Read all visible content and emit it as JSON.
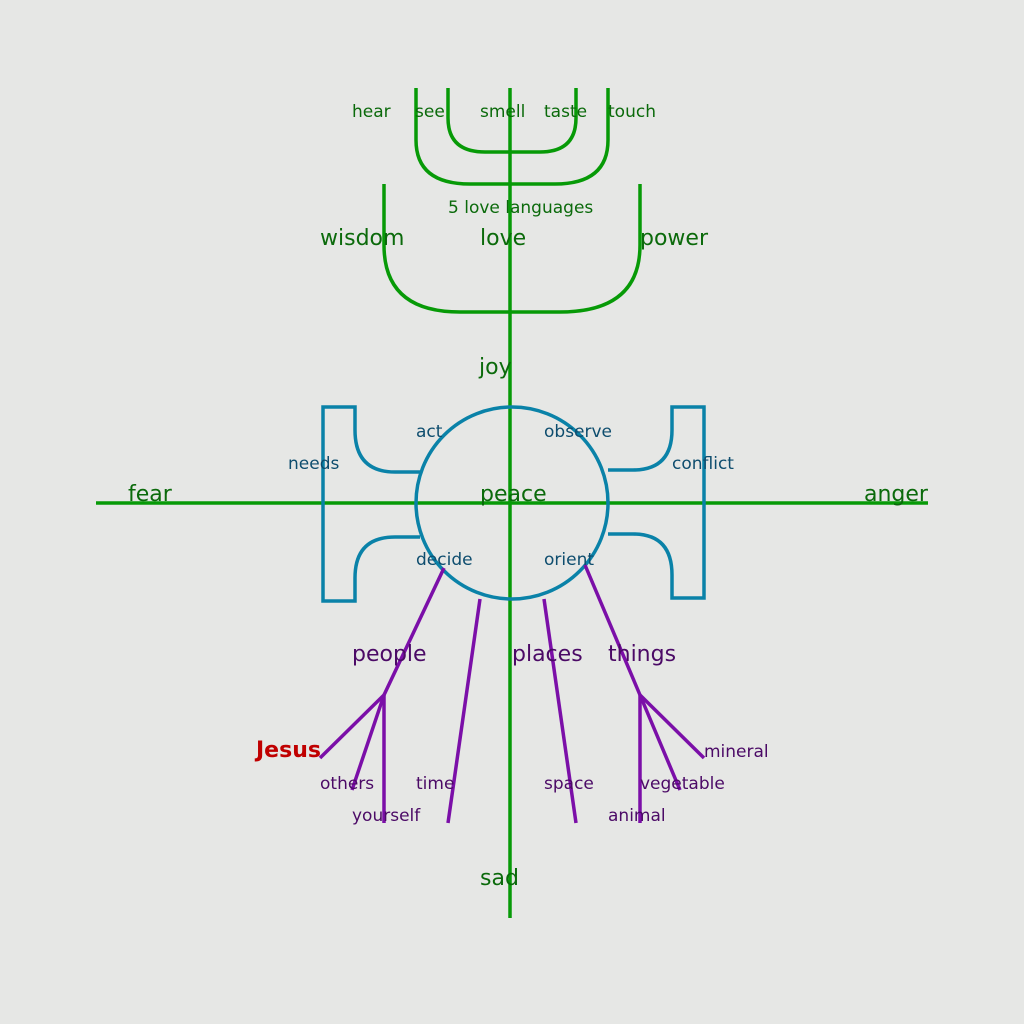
{
  "colors": {
    "background": "#e6e7e5",
    "green_line": "#079a07",
    "green_text": "#0b6a0b",
    "blue_line": "#0a82a8",
    "blue_text": "#0e4d6e",
    "purple_line": "#7b0fa8",
    "purple_text": "#4b0a66",
    "red_text": "#c00000"
  },
  "senses": {
    "hear": "hear",
    "see": "see",
    "smell": "smell",
    "taste": "taste",
    "touch": "touch"
  },
  "top": {
    "five_love_languages": "5 love languages",
    "wisdom": "wisdom",
    "love": "love",
    "power": "power",
    "joy": "joy"
  },
  "axis": {
    "fear": "fear",
    "anger": "anger",
    "sad": "sad"
  },
  "center": {
    "peace": "peace",
    "act": "act",
    "observe": "observe",
    "decide": "decide",
    "orient": "orient",
    "needs": "needs",
    "conflict": "conflict"
  },
  "branches": {
    "people": "people",
    "places": "places",
    "things": "things",
    "jesus": "Jesus",
    "others": "others",
    "yourself": "yourself",
    "time": "time",
    "space": "space",
    "mineral": "mineral",
    "vegetable": "vegetable",
    "animal": "animal"
  }
}
